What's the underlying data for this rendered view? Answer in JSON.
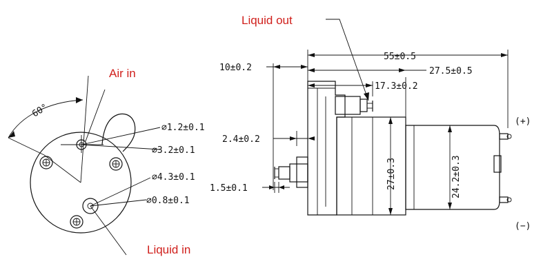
{
  "labels": {
    "liquid_out": "Liquid out",
    "air_in": "Air in",
    "liquid_in": "Liquid in"
  },
  "dimensions": {
    "angle": "60°",
    "d_1_2": "⌀1.2±0.1",
    "d_3_2": "⌀3.2±0.1",
    "d_4_3": "⌀4.3±0.1",
    "d_0_8": "⌀0.8±0.1",
    "len_55": "55±0.5",
    "len_27_5": "27.5±0.5",
    "len_17_3": "17.3±0.2",
    "len_10": "10±0.2",
    "len_2_4": "2.4±0.2",
    "len_1_5": "1.5±0.1",
    "h_27": "27±0.3",
    "h_24_2": "24.2±0.3"
  },
  "terminals": {
    "plus": "(+)",
    "minus": "(−)"
  },
  "colors": {
    "annotation": "#d0201c",
    "linework": "#111111"
  }
}
